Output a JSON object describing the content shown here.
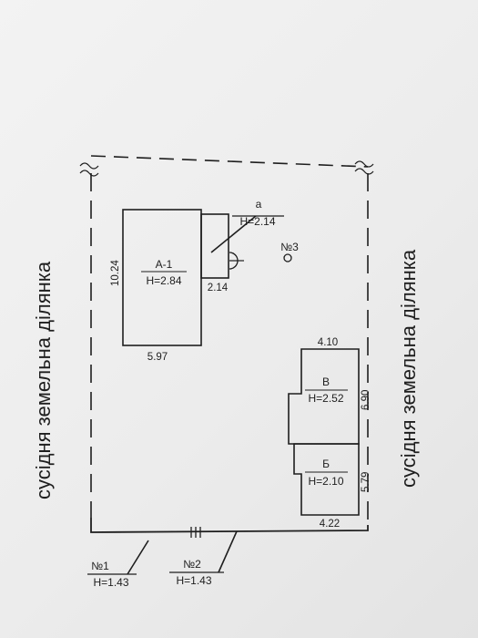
{
  "side_labels": {
    "left": "сусідня земельна ділянка",
    "right": "сусідня земельна ділянка"
  },
  "buildings": {
    "a1": {
      "name": "А-1",
      "height": "H=2.84",
      "side_dim": "10.24",
      "bottom_dim": "5.97"
    },
    "annex_a": {
      "name": "а",
      "height": "H=2.14",
      "bottom_dim": "2.14"
    },
    "v": {
      "name": "В",
      "height": "H=2.52",
      "top_dim": "4.10",
      "side_dim": "6.90"
    },
    "b": {
      "name": "Б",
      "height": "H=2.10",
      "side_dim": "5.79",
      "bottom_dim": "4.22"
    }
  },
  "points": {
    "n3": "№3",
    "n1": {
      "name": "№1",
      "height": "H=1.43"
    },
    "n2": {
      "name": "№2",
      "height": "H=1.43"
    }
  },
  "colors": {
    "ink": "#1e1e1e",
    "paper": "#f0f0f0"
  }
}
